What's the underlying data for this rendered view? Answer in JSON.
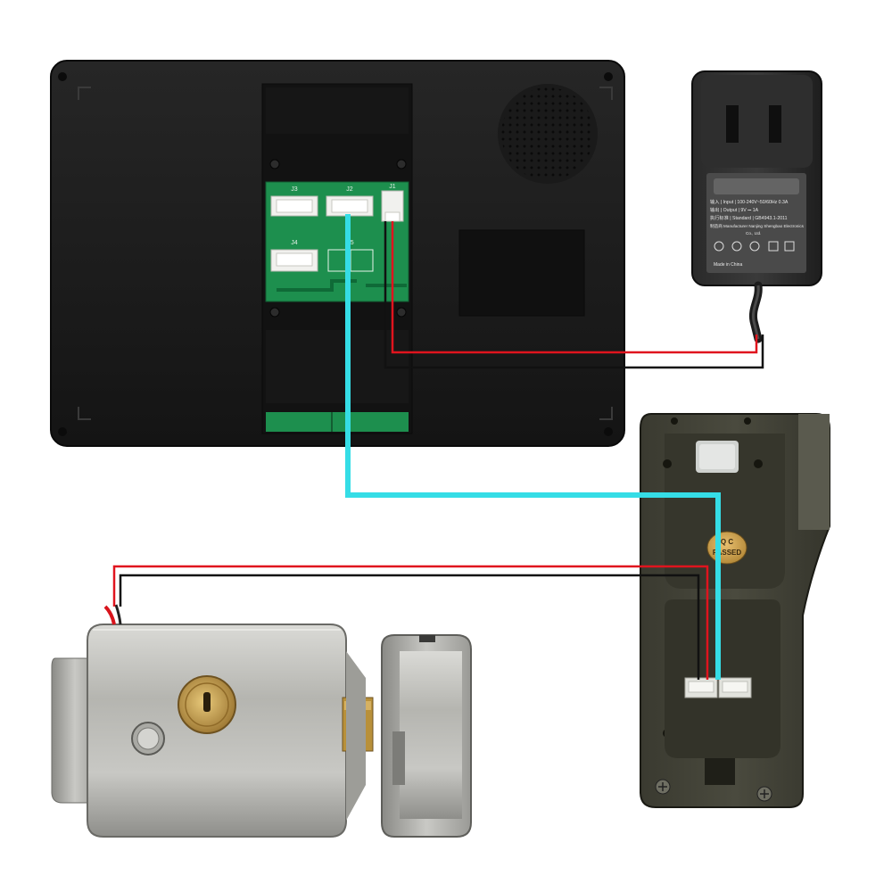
{
  "adapter": {
    "brand_blurred": "",
    "lines": [
      "输入 | Input | 100-240V~50/60Hz 0.3A",
      "输出 | Output | 9V ⎓ 1A",
      "执行标准 | Standard | GB4943.1-2011",
      "制造商 Manufacturer  Nanjing Shengbao Electronics",
      "Co., Ltd.",
      "Made in China"
    ]
  },
  "camera": {
    "qc_stamp_top": "Q C",
    "qc_stamp_bottom": "PASSED"
  },
  "pcb": {
    "labels": [
      "J3",
      "J2",
      "J1",
      "J4",
      "J5"
    ]
  },
  "wires": {
    "power_positive_color": "#e0141e",
    "power_negative_color": "#111111",
    "signal_color": "#35dde6"
  },
  "colors": {
    "monitor_body": "#1b1b1b",
    "pcb": "#1d8f4e",
    "camera_body": "#3f3f33",
    "lock_steel": "#b8b8b4",
    "lock_brass": "#c9a24a"
  }
}
